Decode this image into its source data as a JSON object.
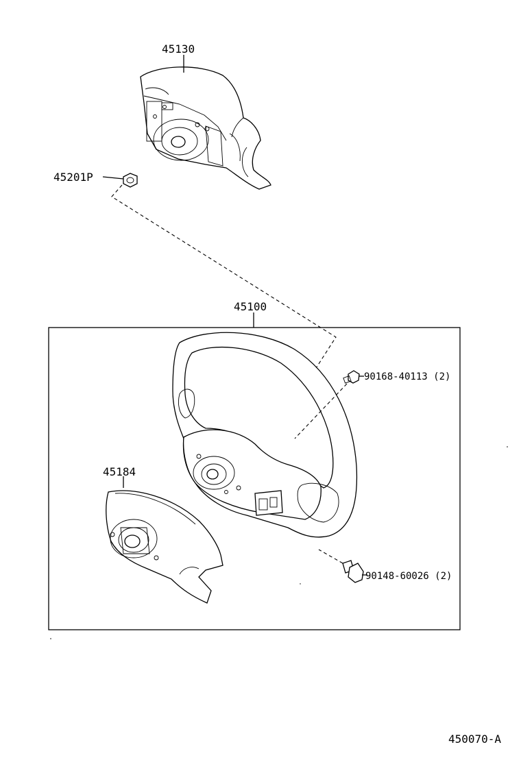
{
  "labels": {
    "airbag_pad": "45130",
    "nut": "45201P",
    "steering_wheel": "45100",
    "screw_a": "90168-40113 (2)",
    "screw_b": "90148-60026 (2)",
    "cover": "45184",
    "diagram_code": "450070-A"
  }
}
